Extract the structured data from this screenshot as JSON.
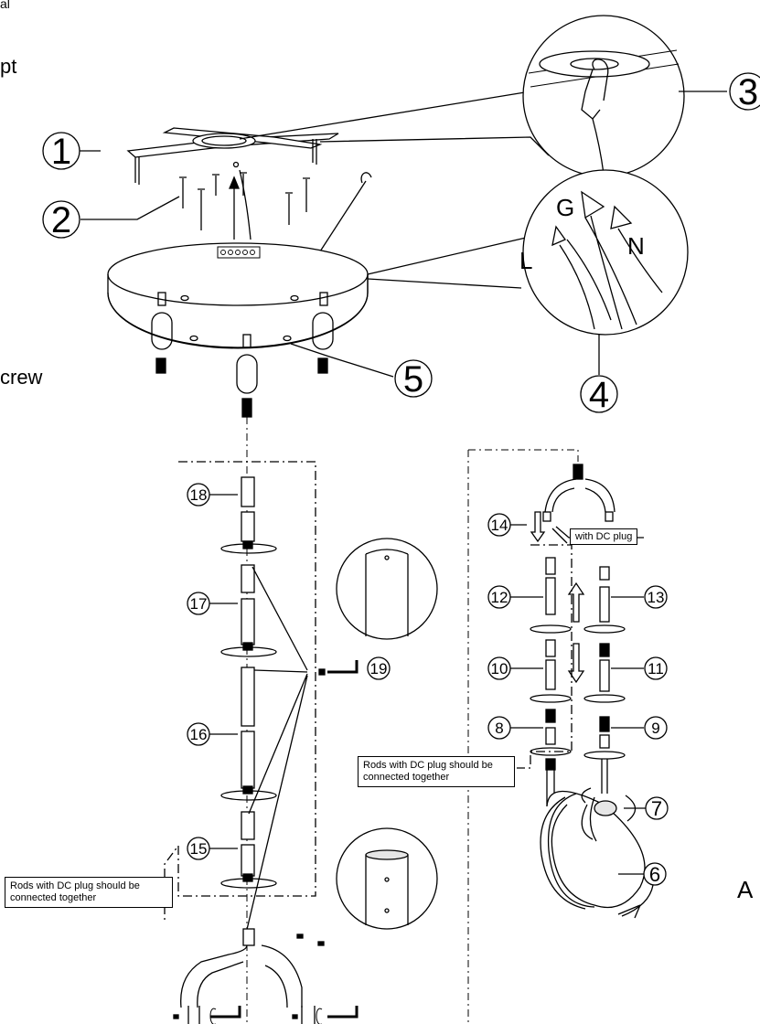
{
  "edge_text": {
    "top": "al",
    "left1": "pt",
    "left2": "crew",
    "right": "A"
  },
  "wire_labels": {
    "ground": "G",
    "live": "L",
    "neutral": "N"
  },
  "callouts": [
    "1",
    "2",
    "3",
    "4",
    "5",
    "6",
    "7",
    "8",
    "9",
    "10",
    "11",
    "12",
    "13",
    "14",
    "15",
    "16",
    "17",
    "18",
    "19"
  ],
  "notes": {
    "dc_plug": "with DC plug",
    "rods_right": "Rods with DC plug should be connected together",
    "rods_left": "Rods with DC plug should be connected together"
  },
  "colors": {
    "ink": "#000000",
    "canopy_fill": "#ffffff",
    "shade": "#e6e6e6"
  }
}
